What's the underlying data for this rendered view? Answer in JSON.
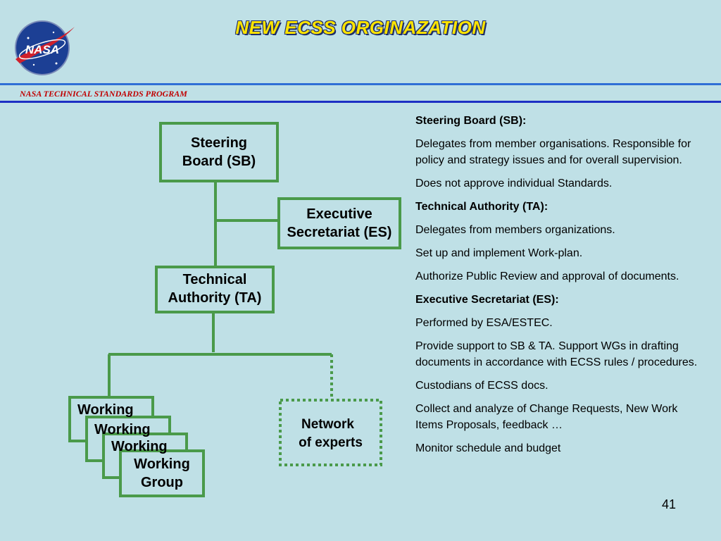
{
  "header": {
    "title": "NEW ECSS ORGINAZATION",
    "program": "NASA TECHNICAL STANDARDS PROGRAM",
    "logo_text": "NASA"
  },
  "diagram": {
    "steering_board": [
      "Steering",
      "Board (SB)"
    ],
    "executive_secretariat": [
      "Executive",
      "Secretariat (ES)"
    ],
    "technical_authority": [
      "Technical",
      "Authority (TA)"
    ],
    "working_group_stack": [
      "Working",
      "Working",
      "Working"
    ],
    "working_group": [
      "Working",
      "Group"
    ],
    "network_of_experts": [
      "Network",
      "of experts"
    ]
  },
  "descriptions": [
    {
      "heading": true,
      "text": "Steering Board (SB):"
    },
    {
      "heading": false,
      "text": "Delegates  from member organisations. Responsible for policy and strategy issues and for overall supervision."
    },
    {
      "heading": false,
      "text": "Does not approve individual Standards."
    },
    {
      "heading": true,
      "text": "Technical Authority (TA):"
    },
    {
      "heading": false,
      "text": "Delegates from members organizations."
    },
    {
      "heading": false,
      "text": "Set up and implement Work-plan."
    },
    {
      "heading": false,
      "text": "Authorize Public Review  and approval of documents."
    },
    {
      "heading": true,
      "text": "Executive Secretariat (ES):"
    },
    {
      "heading": false,
      "text": "Performed by ESA/ESTEC."
    },
    {
      "heading": false,
      "text": "Provide support to SB & TA. Support WGs in drafting documents in accordance with ECSS rules / procedures."
    },
    {
      "heading": false,
      "text": "Custodians of ECSS docs."
    },
    {
      "heading": false,
      "text": "Collect and analyze of Change Requests, New Work Items Proposals, feedback …"
    },
    {
      "heading": false,
      "text": "Monitor schedule and budget"
    }
  ],
  "page_number": "41",
  "colors": {
    "box_stroke": "#4a9a4a",
    "box_fill": "#bfe0e6",
    "title": "#ffe400",
    "program": "#c00000"
  }
}
